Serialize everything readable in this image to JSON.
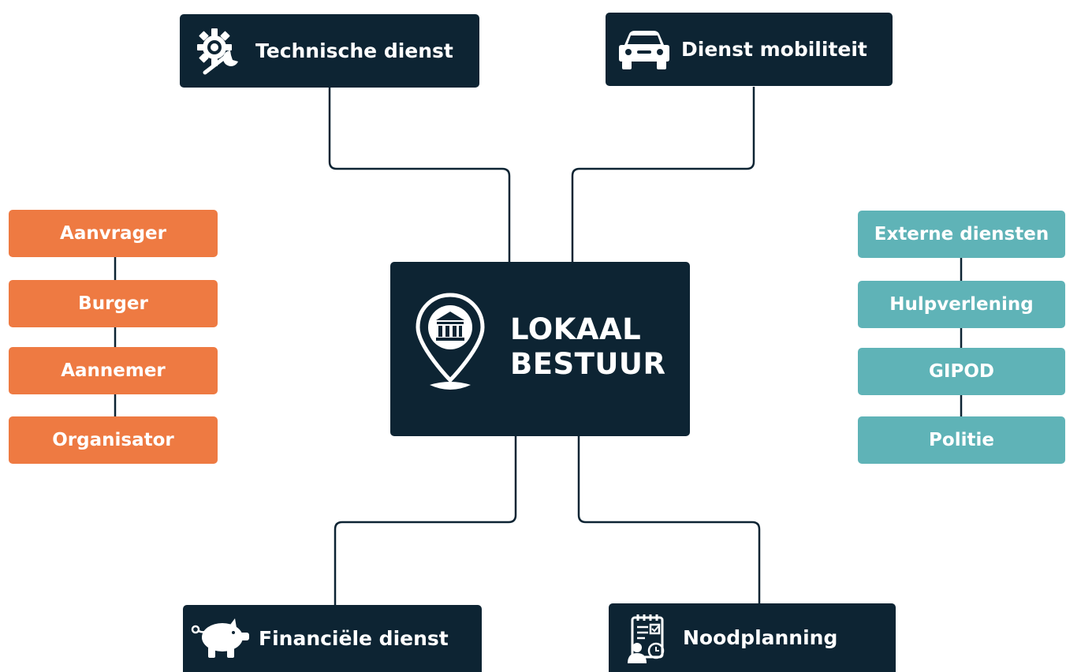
{
  "center": {
    "title_line1": "LOKAAL",
    "title_line2": "BESTUUR",
    "icon": "government-location-pin-icon"
  },
  "services": {
    "technische_dienst": {
      "label": "Technische dienst",
      "icon": "gear-wrench-icon"
    },
    "dienst_mobiliteit": {
      "label": "Dienst mobiliteit",
      "icon": "car-icon"
    },
    "financiele_dienst": {
      "label": "Financiële dienst",
      "icon": "piggy-bank-icon"
    },
    "noodplanning": {
      "label": "Noodplanning",
      "icon": "clipboard-plan-icon"
    }
  },
  "left_group": {
    "items": [
      "Aanvrager",
      "Burger",
      "Aannemer",
      "Organisator"
    ]
  },
  "right_group": {
    "items": [
      "Externe diensten",
      "Hulpverlening",
      "GIPOD",
      "Politie"
    ]
  },
  "colors": {
    "dark_navy": "#0d2433",
    "orange": "#ee7a42",
    "teal": "#5fb3b7",
    "connector": "#0d2433"
  }
}
